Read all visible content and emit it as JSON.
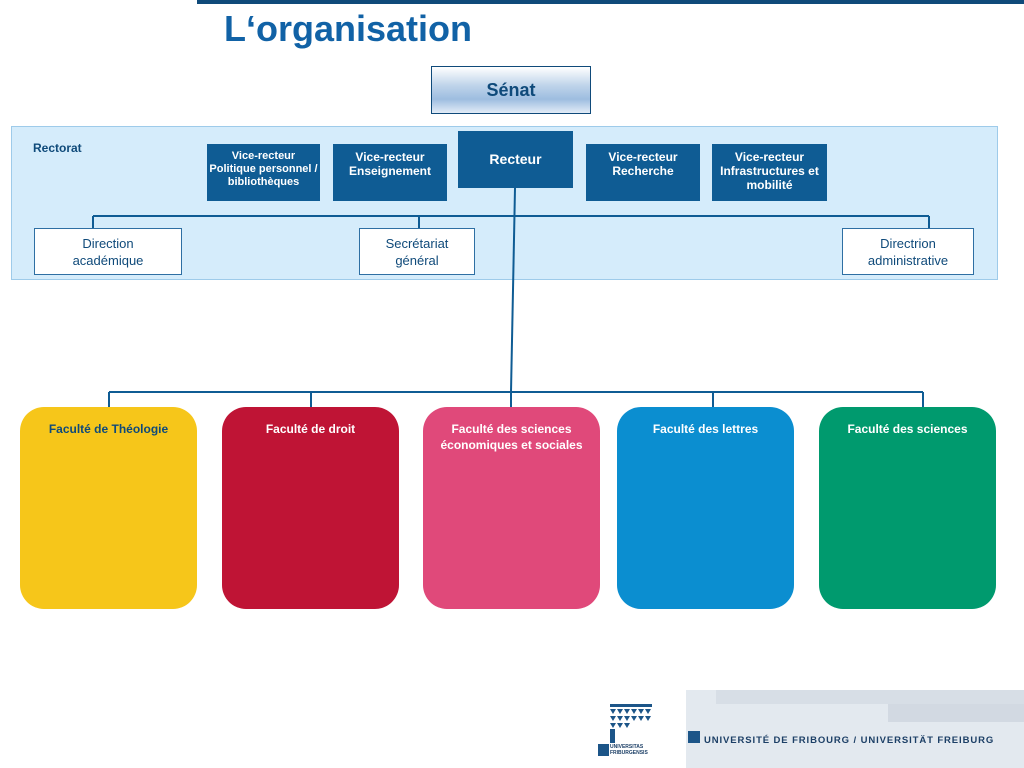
{
  "slide": {
    "title": "L‘organisation"
  },
  "senat": {
    "label": "Sénat"
  },
  "rectorat": {
    "label": "Rectorat",
    "vice_recteurs": [
      {
        "label": "Vice-recteur\nPolitique personnel / bibliothèques"
      },
      {
        "label": "Vice-recteur\nEnseignement"
      },
      {
        "label": "Vice-recteur\nRecherche"
      },
      {
        "label": "Vice-recteur\nInfrastructures et mobilité"
      }
    ],
    "recteur": {
      "label": "Recteur"
    },
    "directions": [
      {
        "label": "Direction\nacadémique"
      },
      {
        "label": "Secrétariat\ngénéral"
      },
      {
        "label": "Directrion\nadministrative"
      }
    ]
  },
  "facultes": [
    {
      "label": "Faculté de Théologie",
      "color": "#f6c61a"
    },
    {
      "label": "Faculté de droit",
      "color": "#bf1435"
    },
    {
      "label": "Faculté des sciences économiques et sociales",
      "color": "#e0497a"
    },
    {
      "label": "Faculté des lettres",
      "color": "#0b8ed0"
    },
    {
      "label": "Faculté des sciences",
      "color": "#009a6e"
    }
  ],
  "footer": {
    "university_name": "UNIVERSITÉ DE FRIBOURG / UNIVERSITÄT FREIBURG",
    "emblem_text": "UNIVERSITAS\nFRIBURGENSIS"
  },
  "colors": {
    "accent": "#1162a6",
    "dark_box": "#0f5c94",
    "panel": "#d5ecfb"
  }
}
